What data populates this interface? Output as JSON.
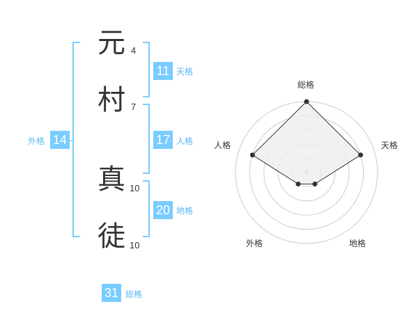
{
  "name": {
    "characters": [
      {
        "char": "元",
        "strokes": "4"
      },
      {
        "char": "村",
        "strokes": "7"
      },
      {
        "char": "真",
        "strokes": "10"
      },
      {
        "char": "徒",
        "strokes": "10"
      }
    ]
  },
  "fortunes": {
    "tenkaku": {
      "value": "11",
      "label": "天格"
    },
    "jinkaku": {
      "value": "17",
      "label": "人格"
    },
    "chikaku": {
      "value": "20",
      "label": "地格"
    },
    "gaikaku": {
      "value": "14",
      "label": "外格"
    },
    "soukaku": {
      "value": "31",
      "label": "総格"
    }
  },
  "colors": {
    "accent": "#79ccff",
    "accent_text": "#5bb8f5",
    "bracket": "#79ccff",
    "radar_fill": "#eeeeee",
    "radar_line": "#333333",
    "grid": "#cccccc"
  },
  "chart_data": {
    "type": "radar",
    "axes": [
      "総格",
      "天格",
      "地格",
      "外格",
      "人格"
    ],
    "levels": 5,
    "range": [
      0,
      5
    ],
    "values": [
      5,
      4,
      1,
      1,
      4
    ]
  }
}
